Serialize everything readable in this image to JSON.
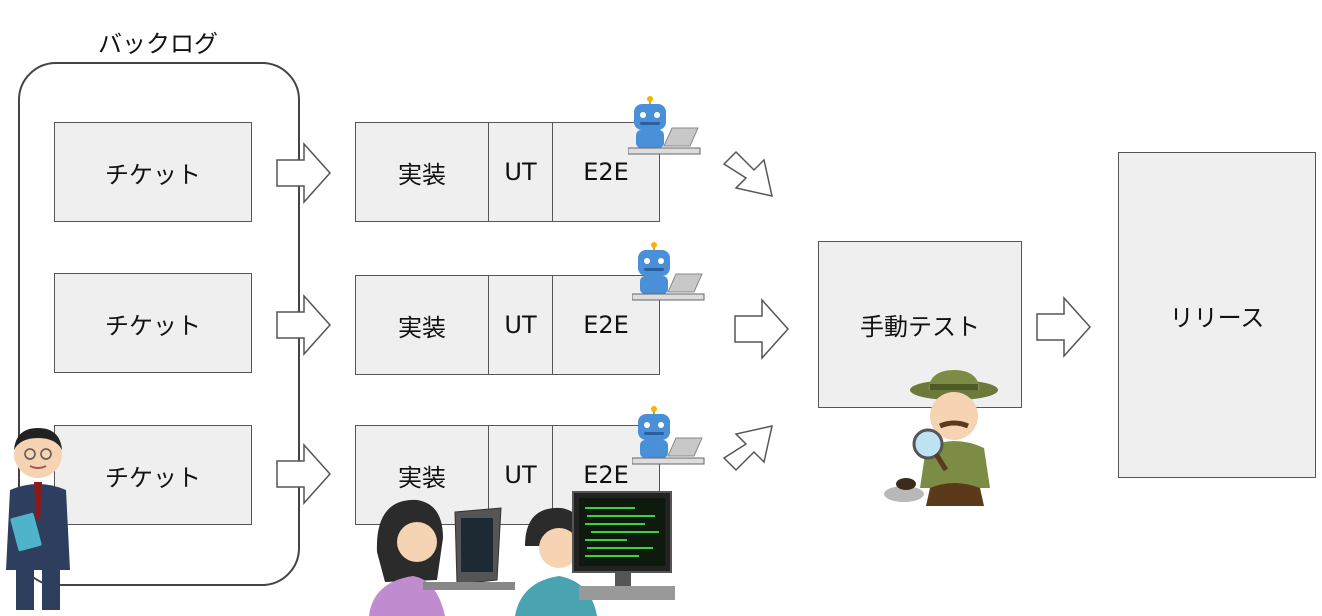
{
  "backlog": {
    "title": "バックログ",
    "tickets": [
      "チケット",
      "チケット",
      "チケット"
    ]
  },
  "tasks": [
    {
      "impl": "実装",
      "ut": "UT",
      "e2e": "E2E"
    },
    {
      "impl": "実装",
      "ut": "UT",
      "e2e": "E2E"
    },
    {
      "impl": "実装",
      "ut": "UT",
      "e2e": "E2E"
    }
  ],
  "manual_test": "手動テスト",
  "release": "リリース",
  "illustrations": {
    "robot": "robot-with-laptop-icon",
    "businessman": "businessman-with-tablet-icon",
    "developers": "developers-at-computers-icon",
    "inspector": "inspector-with-magnifier-icon"
  },
  "colors": {
    "box_fill": "#efefef",
    "box_border": "#555555",
    "robot_blue": "#4a90d9"
  }
}
